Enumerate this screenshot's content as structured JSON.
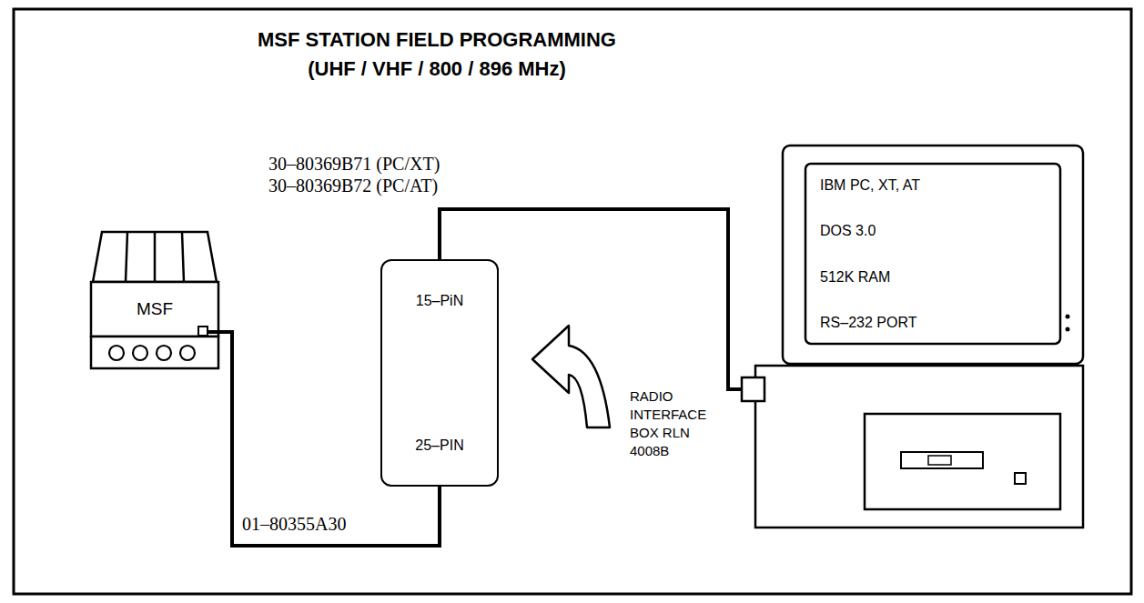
{
  "diagram": {
    "title": "MSF STATION FIELD PROGRAMMING (UHF / VHF / 800 / 896 MHz)",
    "nodes": [
      {
        "text": [
          "MSF"
        ]
      },
      {
        "text": [
          "15–PiN",
          "25–PIN"
        ]
      },
      {
        "text": [
          "IBM PC, XT, AT",
          "DOS 3.0",
          "512K RAM",
          "RS–232 PORT"
        ]
      }
    ],
    "edges": [
      {
        "from": 0,
        "to": 1,
        "label": "01–80355A30",
        "arrow": "none"
      },
      {
        "from": 1,
        "to": 2,
        "label": "30–80369B71 (PC/XT) 30–80369B72 (PC/AT)",
        "arrow": "none"
      }
    ],
    "labels": [
      "RADIO INTERFACE BOX RLN 4008B"
    ]
  }
}
